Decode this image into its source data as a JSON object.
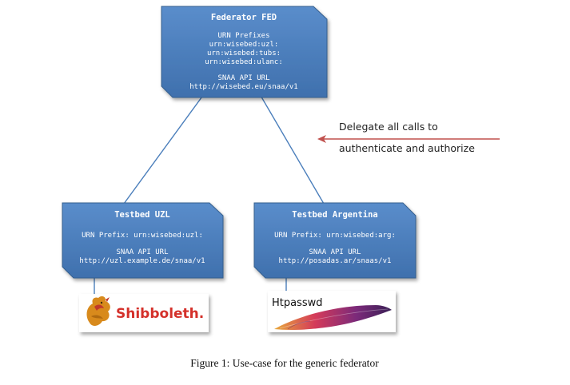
{
  "federator": {
    "title": "Federator FED",
    "urn_heading": "URN Prefixes",
    "urn_prefixes": [
      "urn:wisebed:uzl:",
      "urn:wisebed:tubs:",
      "urn:wisebed:ulanc:"
    ],
    "api_heading": "SNAA API URL",
    "api_url": "http://wisebed.eu/snaa/v1"
  },
  "testbeds": [
    {
      "title": "Testbed UZL",
      "urn_line": "URN Prefix: urn:wisebed:uzl:",
      "api_heading": "SNAA API URL",
      "api_url": "http://uzl.example.de/snaa/v1",
      "backend_label": "Shibboleth."
    },
    {
      "title": "Testbed Argentina",
      "urn_line": "URN Prefix: urn:wisebed:arg:",
      "api_heading": "SNAA API URL",
      "api_url": "http://posadas.ar/snaas/v1",
      "backend_label": "Htpasswd"
    }
  ],
  "annotation": {
    "line1": "Delegate all calls to",
    "line2": "authenticate and authorize"
  },
  "caption": "Figure 1: Use-case for the generic federator",
  "colors": {
    "box_fill": "#4a7ebb",
    "box_stroke": "#36608f",
    "connector": "#4a7ebb",
    "arrow": "#c0504d",
    "box_text": "#ffffff"
  }
}
